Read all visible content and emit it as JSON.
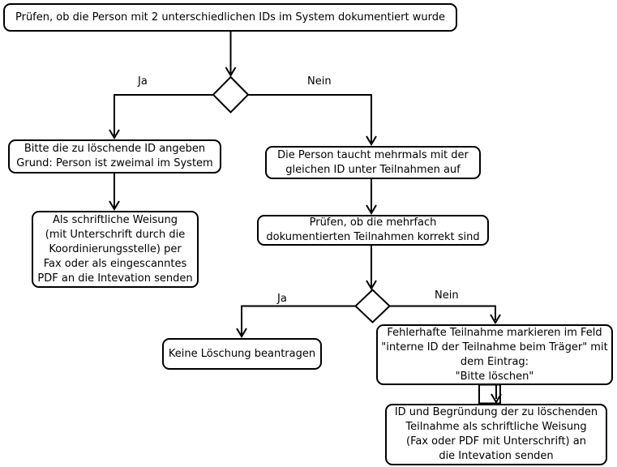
{
  "diagram": {
    "background_color": "#ffffff",
    "stroke_color": "#000000",
    "node_fill_color": "#ffffff",
    "nodes": [
      {
        "id": "check-two-ids",
        "shape": "rounded-rect",
        "text": "Prüfen, ob die Person mit 2 unterschiedlichen IDs im System dokumentiert wurde"
      },
      {
        "id": "provide-id-to-delete",
        "shape": "rounded-rect",
        "text": "Bitte die zu löschende ID angeben\nGrund: Person ist zweimal im System"
      },
      {
        "id": "send-written-instruction",
        "shape": "rounded-rect",
        "text": "Als schriftliche Weisung\n(mit Unterschrift durch die\nKoordinierungsstelle) per\nFax oder als eingescanntes\nPDF an die Intevation senden"
      },
      {
        "id": "person-appears-multiple",
        "shape": "rounded-rect",
        "text": "Die Person taucht mehrmals mit der\ngleichen ID unter Teilnahmen auf"
      },
      {
        "id": "check-participations",
        "shape": "rounded-rect",
        "text": "Prüfen, ob die mehrfach\ndokumentierten Teilnahmen korrekt sind"
      },
      {
        "id": "no-deletion-request",
        "shape": "rounded-rect",
        "text": "Keine Löschung beantragen"
      },
      {
        "id": "mark-faulty-participation",
        "shape": "rounded-rect",
        "text": "Fehlerhafte Teilnahme markieren im Feld\n\"interne ID der Teilnahme beim Träger\" mit\ndem Eintrag:\n\"Bitte löschen\""
      },
      {
        "id": "send-id-and-reason",
        "shape": "rounded-rect",
        "text": "ID und Begründung der zu löschenden\nTeilnahme als schriftliche Weisung\n(Fax oder PDF mit Unterschrift) an\ndie Intevation senden"
      }
    ],
    "decisions": [
      {
        "id": "decision-1",
        "shape": "diamond",
        "yes_label": "Ja",
        "no_label": "Nein"
      },
      {
        "id": "decision-2",
        "shape": "diamond",
        "yes_label": "Ja",
        "no_label": "Nein"
      }
    ]
  }
}
